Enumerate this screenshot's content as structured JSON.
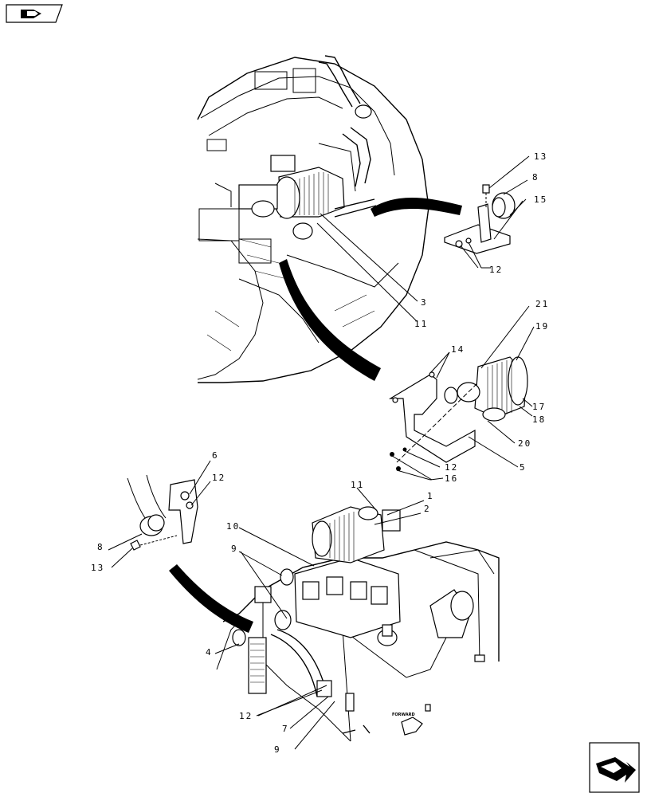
{
  "callouts": {
    "c1": "1",
    "c2": "2",
    "c3": "3",
    "c4": "4",
    "c5": "5",
    "c6": "6",
    "c7": "7",
    "c8a": "8",
    "c8b": "8",
    "c9a": "9",
    "c9b": "9",
    "c10": "10",
    "c11a": "11",
    "c11b": "11",
    "c12a": "12",
    "c12b": "12",
    "c12c": "12",
    "c12d": "12",
    "c13a": "13",
    "c13b": "13",
    "c14": "14",
    "c15": "15",
    "c16": "16",
    "c17": "17",
    "c18": "18",
    "c19": "19",
    "c20": "20",
    "c21": "21"
  },
  "forward_label": "FORWARD",
  "icons": {
    "top_left": "book-arrow-icon",
    "bottom_right": "next-page-arrow-icon"
  }
}
